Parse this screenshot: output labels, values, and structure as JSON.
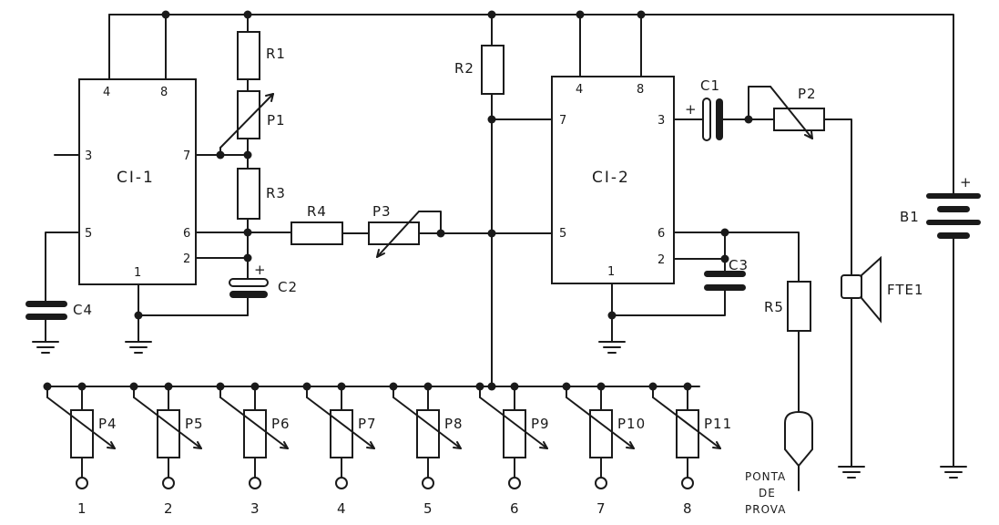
{
  "ics": {
    "ci1": {
      "name": "CI-1",
      "pins": {
        "p4": "4",
        "p8": "8",
        "p3": "3",
        "p7": "7",
        "p5": "5",
        "p6": "6",
        "p2": "2",
        "p1": "1"
      }
    },
    "ci2": {
      "name": "CI-2",
      "pins": {
        "p4": "4",
        "p8": "8",
        "p7": "7",
        "p3": "3",
        "p5": "5",
        "p6": "6",
        "p2": "2",
        "p1": "1"
      }
    }
  },
  "resistors": {
    "r1": "R1",
    "r2": "R2",
    "r3": "R3",
    "r4": "R4",
    "r5": "R5"
  },
  "pots": {
    "p1": "P1",
    "p2": "P2",
    "p3": "P3"
  },
  "bank": {
    "pots": [
      "P4",
      "P5",
      "P6",
      "P7",
      "P8",
      "P9",
      "P10",
      "P11"
    ],
    "keys": [
      "1",
      "2",
      "3",
      "4",
      "5",
      "6",
      "7",
      "8"
    ]
  },
  "capacitors": {
    "c1": "C1",
    "c2": "C2",
    "c3": "C3",
    "c4": "C4"
  },
  "polarity": {
    "plus": "+"
  },
  "battery": "B1",
  "speaker": "FTE1",
  "probe": [
    "PONTA",
    "DE",
    "PROVA"
  ]
}
